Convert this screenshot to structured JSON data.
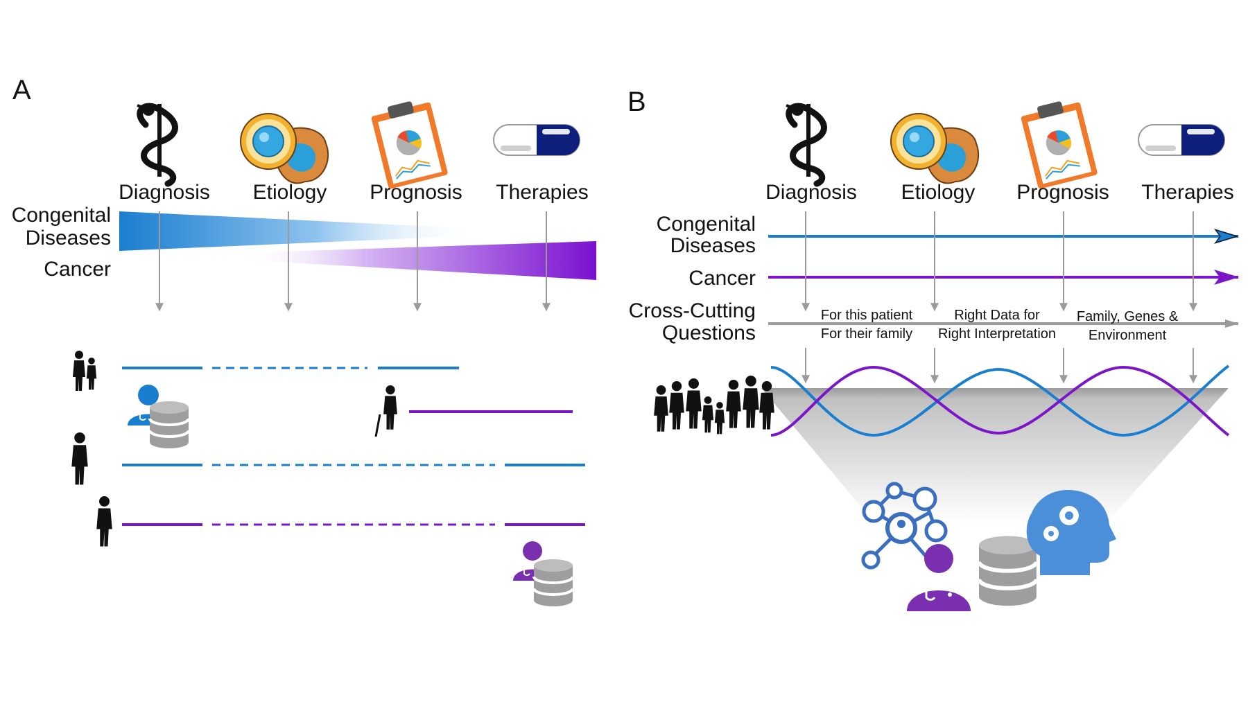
{
  "panel_a": {
    "label": "A",
    "stages": [
      "Diagnosis",
      "Etiology",
      "Prognosis",
      "Therapies"
    ],
    "rows": {
      "congenital_line1": "Congenital",
      "congenital_line2": "Diseases",
      "cancer": "Cancer"
    }
  },
  "panel_b": {
    "label": "B",
    "stages": [
      "Diagnosis",
      "Etiology",
      "Prognosis",
      "Therapies"
    ],
    "rows": {
      "congenital_line1": "Congenital",
      "congenital_line2": "Diseases",
      "cancer": "Cancer",
      "cross_line1": "Cross-Cutting",
      "cross_line2": "Questions"
    },
    "questions": [
      {
        "line1": "For this patient",
        "line2": "For their family"
      },
      {
        "line1": "Right Data for",
        "line2": "Right Interpretation"
      },
      {
        "line1": "Family, Genes &",
        "line2": "Environment"
      }
    ]
  },
  "clipboard_text": "Prognosis",
  "icons": [
    "caduceus-icon",
    "cells-icon",
    "clipboard-icon",
    "capsule-icon",
    "person-silhouette-icon",
    "doctor-icon",
    "database-icon",
    "network-icon",
    "head-gears-icon"
  ],
  "colors": {
    "blue": "#1a7ed0",
    "purple": "#7a16c8",
    "gray": "#9a9a9a",
    "navy": "#0d1f7a",
    "orange": "#f07a2a"
  }
}
